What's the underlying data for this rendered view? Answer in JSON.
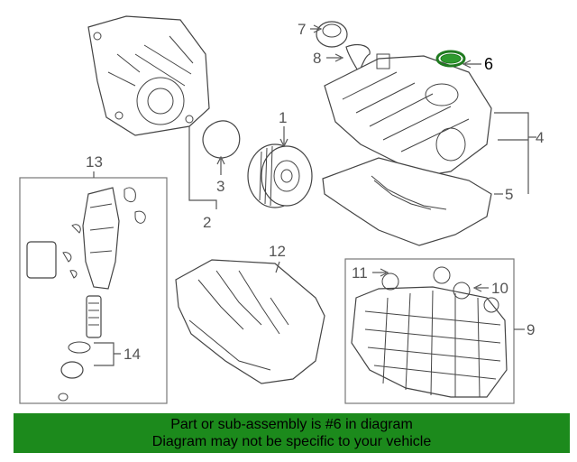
{
  "callouts": {
    "c1": "1",
    "c2": "2",
    "c3": "3",
    "c4": "4",
    "c5": "5",
    "c6": "6",
    "c7": "7",
    "c8": "8",
    "c9": "9",
    "c10": "10",
    "c11": "11",
    "c12": "12",
    "c13": "13",
    "c14": "14"
  },
  "banner": {
    "line1": "Part or sub-assembly is #6 in diagram",
    "line2": "Diagram may not be specific to your vehicle"
  },
  "colors": {
    "banner_bg": "#1c8a1c",
    "highlight_part": "#2e9a2e"
  }
}
